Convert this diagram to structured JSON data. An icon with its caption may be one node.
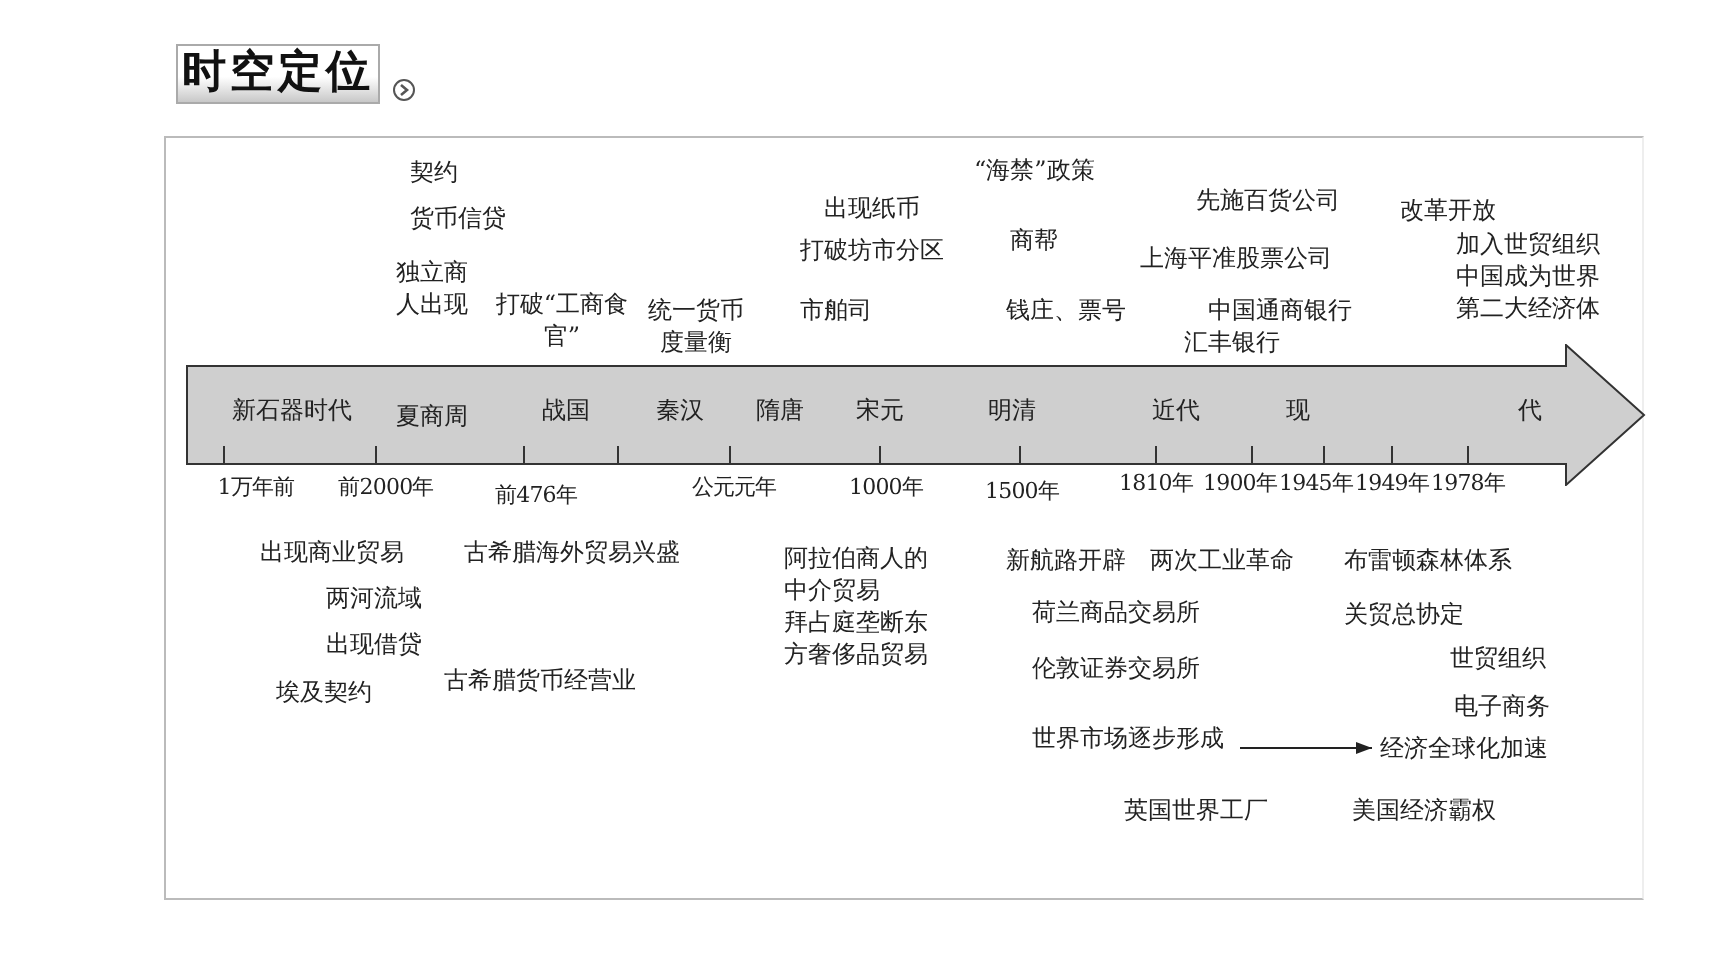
{
  "diagram": {
    "title": "时空定位",
    "nodes": [
      {
        "text": [
          "新石器时代",
          "夏商周",
          "战国",
          "秦汉",
          "隋唐",
          "宋元",
          "明清",
          "近代",
          "现",
          "代"
        ]
      },
      {
        "text": [
          "世界市场逐步形成"
        ]
      },
      {
        "text": [
          "经济全球化加速"
        ]
      }
    ],
    "edges": [
      {
        "from": 1,
        "to": 2,
        "arrow": "to"
      }
    ],
    "labels": [
      "契约",
      "“海禁”政策",
      "货币信贷",
      "出现纸币",
      "先施百货公司",
      "改革开放",
      "打破坊市分区",
      "商帮",
      "上海平准股票公司",
      "加入世贸组织",
      "独立商人出现",
      "中国成为世界第二大经济体",
      "打破“工商食官”",
      "统一货币度量衡",
      "市舶司",
      "钱庄、票号",
      "中国通商银行",
      "汇丰银行",
      "1万年前",
      "前2000年",
      "前476年",
      "公元元年",
      "1000年",
      "1500年",
      "1810年",
      "1900年",
      "1945年",
      "1949年",
      "1978年",
      "出现商业贸易",
      "古希腊海外贸易兴盛",
      "阿拉伯商人的中介贸易",
      "新航路开辟",
      "两次工业革命",
      "布雷顿森林体系",
      "两河流域",
      "荷兰商品交易所",
      "关贸总协定",
      "出现借贷",
      "拜占庭垄断东方奢侈品贸易",
      "伦敦证券交易所",
      "世贸组织",
      "埃及契约",
      "古希腊货币经营业",
      "电子商务",
      "英国世界工厂",
      "美国经济霸权"
    ]
  }
}
